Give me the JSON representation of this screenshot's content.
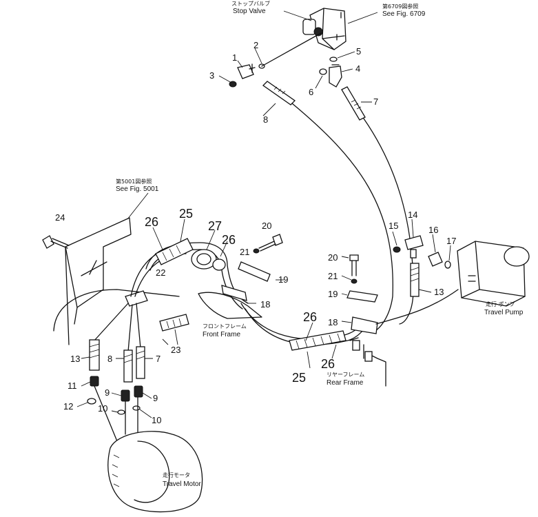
{
  "labels": {
    "stop_valve_jp": "ストップバルブ",
    "stop_valve_en": "Stop Valve",
    "see_fig_6709_jp": "第6709図参照",
    "see_fig_6709_en": "See Fig. 6709",
    "see_fig_5001_jp": "第5001図参照",
    "see_fig_5001_en": "See Fig. 5001",
    "front_frame_jp": "フロントフレーム",
    "front_frame_en": "Front Frame",
    "rear_frame_jp": "リヤーフレーム",
    "rear_frame_en": "Rear Frame",
    "travel_pump_jp": "走行 ポンプ",
    "travel_pump_en": "Travel Pump",
    "travel_motor_jp": "走行モータ",
    "travel_motor_en": "Travel Motor"
  },
  "part_numbers": {
    "n1": "1",
    "n2": "2",
    "n3": "3",
    "n4": "4",
    "n5": "5",
    "n6": "6",
    "n7": "7",
    "n8": "8",
    "n24": "24",
    "n26a": "26",
    "n25a": "25",
    "n27": "27",
    "n26b": "26",
    "n20a": "20",
    "n21a": "21",
    "n19a": "19",
    "n22": "22",
    "n18a": "18",
    "n23": "23",
    "n13a": "13",
    "n8b": "8",
    "n7b": "7",
    "n11": "11",
    "n9a": "9",
    "n9b": "9",
    "n12": "12",
    "n10a": "10",
    "n10b": "10",
    "n26c": "26",
    "n25b": "25",
    "n26d": "26",
    "n20b": "20",
    "n21b": "21",
    "n19b": "19",
    "n18b": "18",
    "n15": "15",
    "n14": "14",
    "n16": "16",
    "n17": "17",
    "n13b": "13"
  }
}
